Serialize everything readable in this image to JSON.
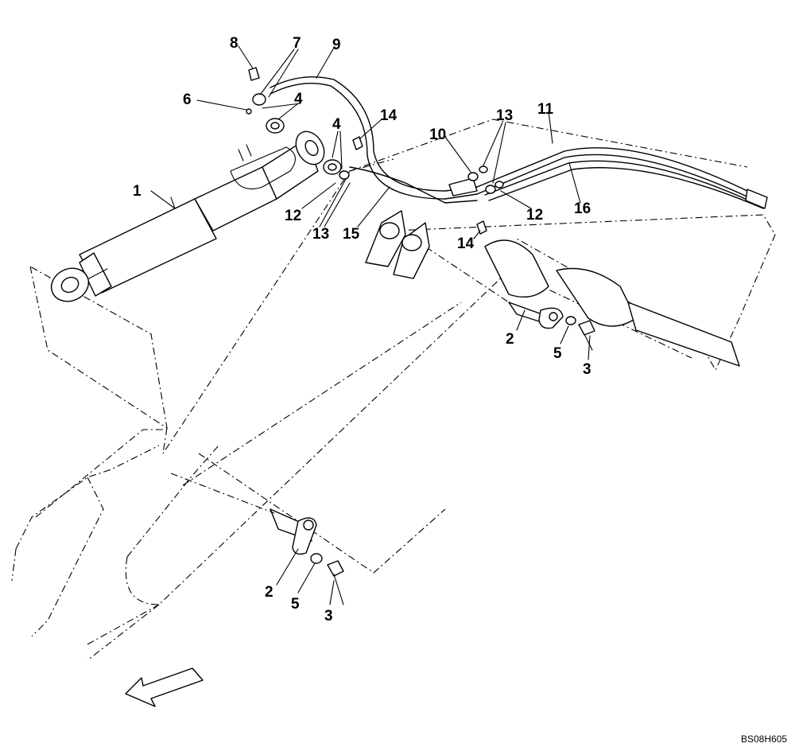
{
  "diagram_code": "BS08H605",
  "callouts": {
    "c1": "1",
    "c2a": "2",
    "c2b": "2",
    "c3a": "3",
    "c3b": "3",
    "c4a": "4",
    "c4b": "4",
    "c5a": "5",
    "c5b": "5",
    "c6": "6",
    "c7": "7",
    "c8": "8",
    "c9": "9",
    "c10": "10",
    "c11": "11",
    "c12a": "12",
    "c12b": "12",
    "c13a": "13",
    "c13b": "13",
    "c14a": "14",
    "c14b": "14",
    "c15": "15",
    "c16": "16"
  }
}
